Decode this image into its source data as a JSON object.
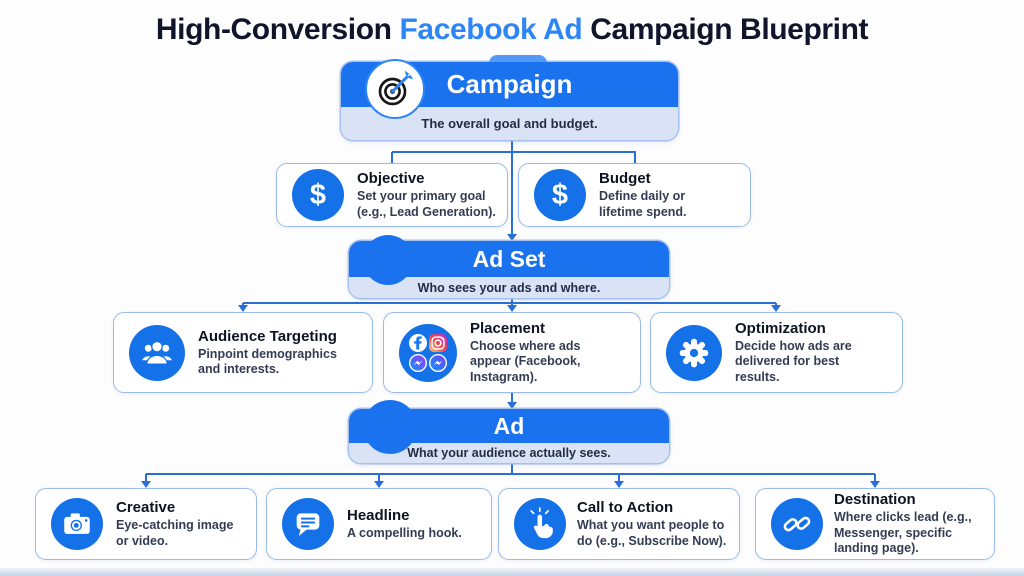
{
  "title": {
    "part1": "High-Conversion ",
    "highlight": "Facebook Ad",
    "part2": " Campaign Blueprint"
  },
  "glyphs": {
    "dollar": "$"
  },
  "colors": {
    "band_blue": "#1b72ee",
    "icon_blue": "#1471e8",
    "title_highlight": "#2e86f6",
    "title_dark": "#10152b",
    "connector_blue": "#2a6fd8",
    "subband_lavender": "#d9e3f5"
  },
  "sections": [
    {
      "header": {
        "label": "Campaign",
        "subtitle": "The overall goal and budget.",
        "icon": "target-icon"
      },
      "children": [
        {
          "title": "Objective",
          "desc": "Set your primary goal (e.g., Lead Generation).",
          "icon": "dollar-icon"
        },
        {
          "title": "Budget",
          "desc": "Define daily or lifetime spend.",
          "icon": "dollar-icon"
        }
      ]
    },
    {
      "header": {
        "label": "Ad Set",
        "subtitle": "Who sees your ads and where.",
        "icon": "people-icon"
      },
      "children": [
        {
          "title": "Audience Targeting",
          "desc": "Pinpoint demographics and interests.",
          "icon": "people-icon"
        },
        {
          "title": "Placement",
          "desc": "Choose where ads appear (Facebook, Instagram).",
          "icon": "social-platforms-icon"
        },
        {
          "title": "Optimization",
          "desc": "Decide how ads are delivered for best results.",
          "icon": "gear-icon"
        }
      ]
    },
    {
      "header": {
        "label": "Ad",
        "subtitle": "What your audience actually sees.",
        "icon": "megaphone-icon"
      },
      "children": [
        {
          "title": "Creative",
          "desc": "Eye-catching image or video.",
          "icon": "camera-icon"
        },
        {
          "title": "Headline",
          "desc": "A compelling hook.",
          "icon": "chat-icon"
        },
        {
          "title": "Call to Action",
          "desc": "What you want people to do (e.g., Subscribe Now).",
          "icon": "click-icon"
        },
        {
          "title": "Destination",
          "desc": "Where clicks lead (e.g., Messenger, specific landing page).",
          "icon": "link-icon"
        }
      ]
    }
  ]
}
